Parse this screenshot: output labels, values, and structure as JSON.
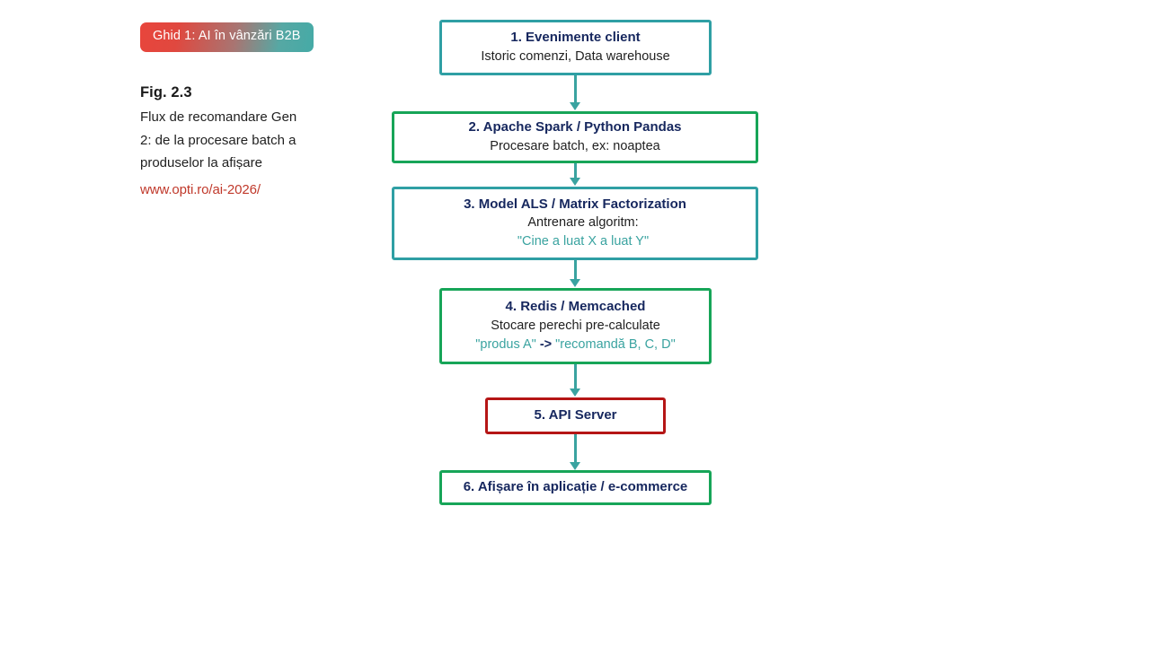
{
  "sidebar": {
    "badge": "Ghid 1: AI în vânzări B2B",
    "figure_label": "Fig. 2.3",
    "figure_description": "Flux de recomandare Gen 2: de la procesare batch a produselor la afișare",
    "url": "www.opti.ro/ai-2026/",
    "colors": {
      "badge_gradient_start": "#e8453c",
      "badge_gradient_end": "#45aaa6",
      "url_color": "#c0392b"
    }
  },
  "diagram": {
    "title_color": "#16275e",
    "arrow_color": "#3aa3a0",
    "nodes": [
      {
        "id": "node-1",
        "title": "1. Evenimente client",
        "subtitle": "Istoric comenzi, Data warehouse",
        "border_color": "#2f9fa4"
      },
      {
        "id": "node-2",
        "title": "2. Apache Spark / Python Pandas",
        "subtitle": "Procesare batch, ex: noaptea",
        "border_color": "#17a558"
      },
      {
        "id": "node-3",
        "title": "3. Model ALS / Matrix Factorization",
        "subtitle": "Antrenare algoritm:",
        "quote": "\"Cine a luat X a luat Y\"",
        "border_color": "#2f9fa4"
      },
      {
        "id": "node-4",
        "title": "4. Redis / Memcached",
        "subtitle": "Stocare perechi pre-calculate",
        "quote_left": "\"produs A\"",
        "quote_operator": "->",
        "quote_right": "\"recomandă B, C, D\"",
        "border_color": "#17a558"
      },
      {
        "id": "node-5",
        "title": "5. API Server",
        "border_color": "#b51616"
      },
      {
        "id": "node-6",
        "title": "6. Afișare în aplicație / e-commerce",
        "border_color": "#17a558"
      }
    ]
  }
}
